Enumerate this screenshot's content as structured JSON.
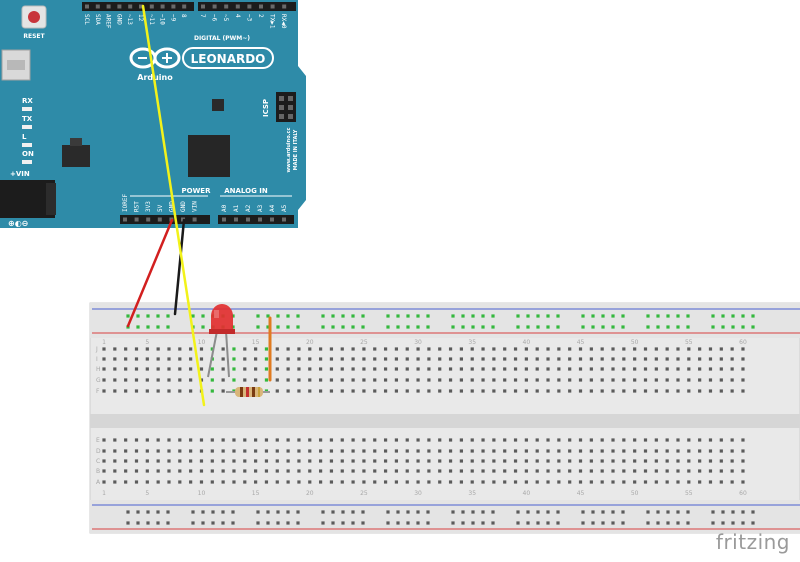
{
  "arduino": {
    "model_label": "LEONARDO",
    "brand_label": "Arduino",
    "reset_label": "RESET",
    "digital_header_label": "DIGITAL (PWM~)",
    "power_label": "POWER",
    "analog_label": "ANALOG IN",
    "icsp_label": "ICSP",
    "vin_label": "+VIN",
    "website_label": "www.arduino.cc",
    "made_label": "MADE IN ITALY",
    "led_labels": [
      "RX",
      "TX",
      "L",
      "ON"
    ],
    "top_pins": [
      "SCL",
      "SDA",
      "AREF",
      "GND",
      "~13",
      "12",
      "~11",
      "~10",
      "~9",
      "8",
      "7",
      "~6",
      "~5",
      "4",
      "~3",
      "2",
      "TX▶1",
      "RX◀0"
    ],
    "power_pins": [
      "IOREF",
      "RST",
      "3V3",
      "5V",
      "GND",
      "GND",
      "VIN"
    ],
    "analog_pins": [
      "A0",
      "A1",
      "A2",
      "A3",
      "A4",
      "A5"
    ],
    "board_color": "#2e8ba8"
  },
  "breadboard": {
    "column_numbers": [
      "1",
      "5",
      "10",
      "15",
      "20",
      "25",
      "30",
      "35",
      "40",
      "45",
      "50",
      "55",
      "60"
    ],
    "row_letters_top": [
      "J",
      "I",
      "H",
      "G",
      "F"
    ],
    "row_letters_bottom": [
      "E",
      "D",
      "C",
      "B",
      "A"
    ],
    "rail_plus_color": "#d84040",
    "rail_minus_color": "#4a5fd0",
    "hole_highlight_color": "#35b83e"
  },
  "wires": {
    "yellow_color": "#f2f21a",
    "red_color": "#d21f1f",
    "black_color": "#1a1a1a",
    "orange_color": "#e07b20"
  },
  "watermark": "fritzing"
}
